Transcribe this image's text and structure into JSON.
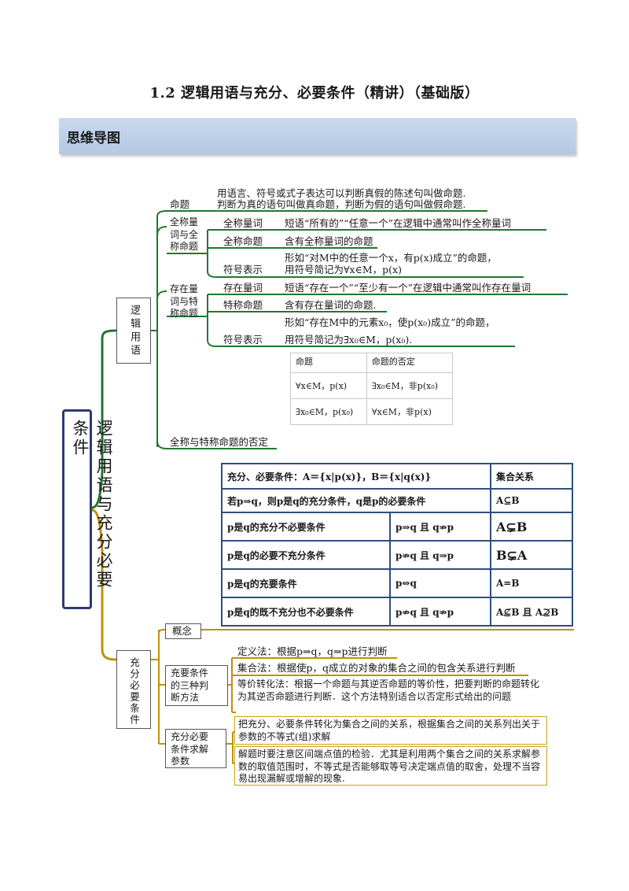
{
  "title": "1.2 逻辑用语与充分、必要条件（精讲）（基础版）",
  "banner": "思维导图",
  "root": "逻辑用语与充分必要条件",
  "branch_logic": "逻辑用语",
  "branch_cond": "充分必要条件",
  "logic": {
    "proposition_label": "命题",
    "proposition_def": [
      "用语言、符号或式子表达可以判断真假的陈述句叫做命题.",
      "判断为真的语句叫做真命题，判断为假的语句叫做假命题."
    ],
    "universal_label": [
      "全称量",
      "词与全",
      "称命题"
    ],
    "universal_items": [
      {
        "label": "全称量词",
        "text": "短语“所有的”“任意一个”在逻辑中通常叫作全称量词"
      },
      {
        "label": "全称命题",
        "text": "含有全称量词的命题"
      },
      {
        "label": "符号表示",
        "text": [
          "形如“对M中的任意一个x，有p(x)成立”的命题，",
          "用符号简记为∀x∈M，p(x)"
        ]
      }
    ],
    "existential_label": [
      "存在量",
      "词与特",
      "称命题"
    ],
    "existential_items": [
      {
        "label": "存在量词",
        "text": "短语“存在一个”“至少有一个”在逻辑中通常叫作存在量词"
      },
      {
        "label": "特称命题",
        "text": "含有存在量词的命题."
      },
      {
        "label": "符号表示",
        "text": [
          "形如“存在M中的元素x₀，使p(x₀)成立”的命题，",
          "用符号简记为∃x₀∈M，p(x₀)."
        ]
      }
    ],
    "negation_label": "全称与特称命题的否定",
    "negation_table": {
      "headers": [
        "命题",
        "命题的否定"
      ],
      "rows": [
        [
          "∀x∈M，p(x)",
          "∃x₀∈M，非p(x₀)"
        ],
        [
          "∃x₀∈M，p(x₀)",
          "∀x∈M，非p(x)"
        ]
      ]
    }
  },
  "condition_table": {
    "header_left": "充分、必要条件：A＝{x|p(x)}，B＝{x|q(x)}",
    "header_right": "集合关系",
    "row1_left": "若p⇒q，则p是q的充分条件，q是p的必要条件",
    "row1_right": "A⊆B",
    "rows": [
      {
        "name": "p是q的充分不必要条件",
        "rel": "p⇒q 且 q⇏p",
        "set": "A⊊B"
      },
      {
        "name": "p是q的必要不充分条件",
        "rel": "p⇏q 且 q⇒p",
        "set": "B⊊A"
      },
      {
        "name": "p是q的充要条件",
        "rel": "p⇔q",
        "set": "A=B"
      },
      {
        "name": "p是q的既不充分也不必要条件",
        "rel": "p⇏q 且 q⇏p",
        "set": "A⊈B 且 A⊉B"
      }
    ]
  },
  "cond": {
    "concept_label": "概念",
    "methods_label": [
      "充要条件",
      "的三种判",
      "断方法"
    ],
    "def_method": "定义法：根据p⇒q，q⇒p进行判断",
    "set_method": "集合法：根据使p，q成立的对象的集合之间的包含关系进行判断",
    "equiv_method": "等价转化法：根据一个命题与其逆否命题的等价性，把要判断的命题转化为其逆否命题进行判断．这个方法特别适合以否定形式给出的问题",
    "param_label": [
      "充分必要",
      "条件求解",
      "参数"
    ],
    "param_1": "把充分、必要条件转化为集合之间的关系，根据集合之间的关系列出关于参数的不等式(组)求解",
    "param_2": "解题时要注意区间端点值的检验．尤其是利用两个集合之间的关系求解参数的取值范围时，不等式是否能够取等号决定端点值的取舍，处理不当容易出现漏解或增解的现象."
  }
}
